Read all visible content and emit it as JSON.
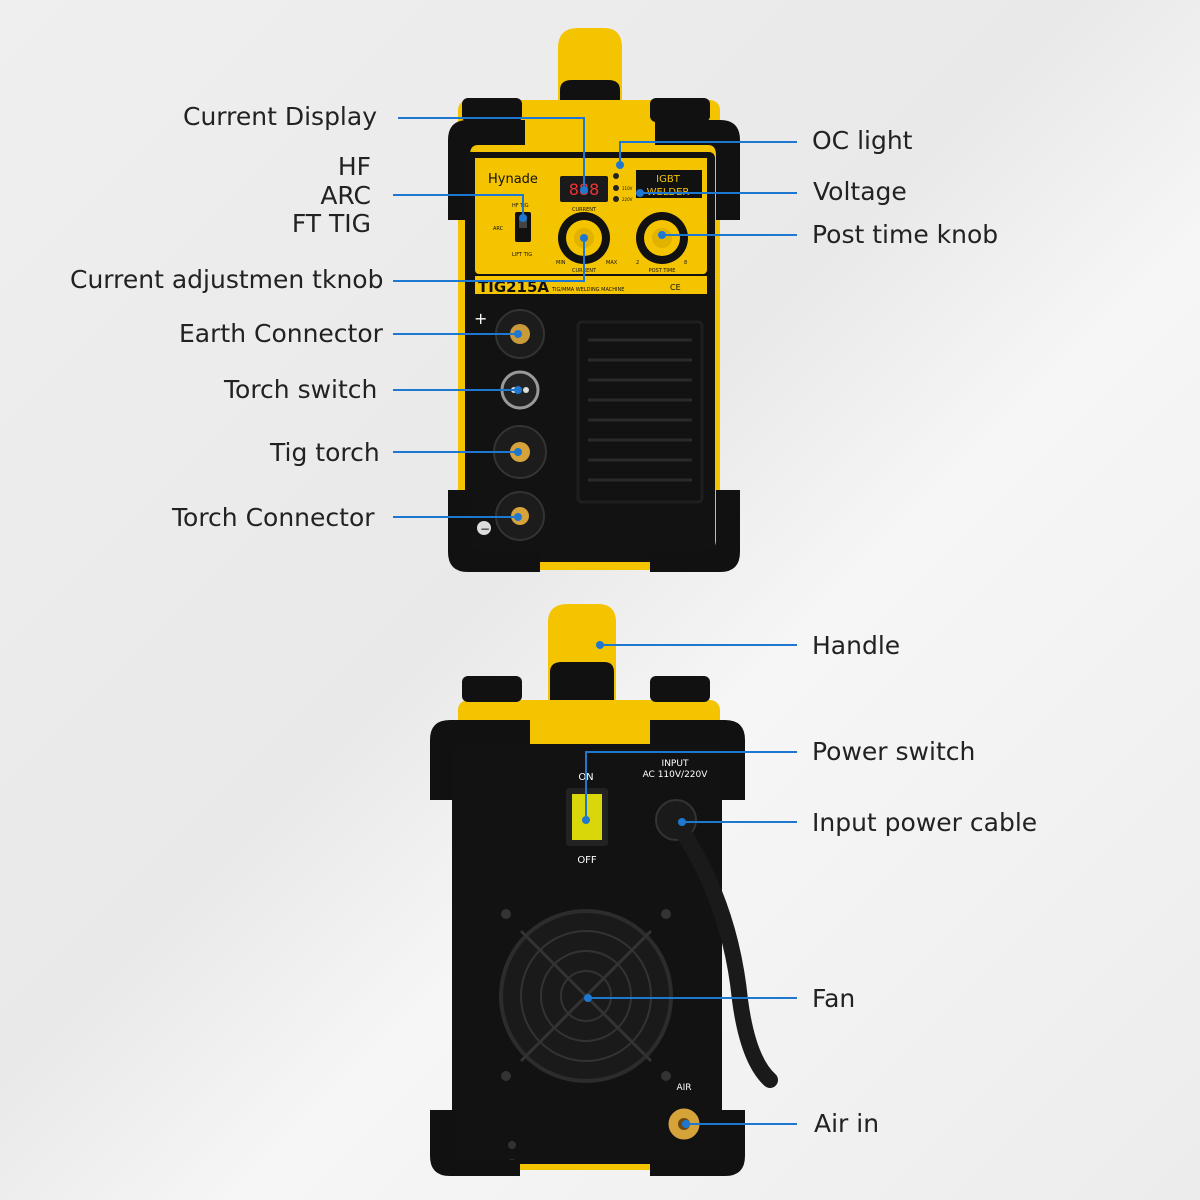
{
  "brand": "Hynade",
  "model": "TIG215A",
  "model_subtitle": "TIG/MMA WELDING MACHINE",
  "badge": "IGBT",
  "badge2": "WELDER",
  "display_digits": "888",
  "panel_text": {
    "current": "CURRENT",
    "min": "MIN",
    "max": "MAX",
    "post_time": "POST TIME",
    "pt_min": "2",
    "pt_max": "8",
    "hf_tig": "HF TIG",
    "arc": "ARC",
    "lift_tig": "LIFT TIG",
    "v110": "110V",
    "v220": "220V",
    "ce": "CE",
    "plus": "+",
    "minus": "−",
    "on": "ON",
    "off": "OFF",
    "input": "INPUT",
    "input_ac": "AC 110V/220V",
    "air": "AIR"
  },
  "labels_left": {
    "current_display": "Current Display",
    "hf": "HF",
    "arc": "ARC",
    "ft_tig": "FT TIG",
    "current_knob": "Current adjustmen tknob",
    "earth_connector": "Earth Connector",
    "torch_switch": "Torch switch",
    "tig_torch": "Tig torch",
    "torch_connector": "Torch Connector"
  },
  "labels_right": {
    "oc_light": "OC light",
    "voltage": "Voltage",
    "post_time_knob": "Post time knob",
    "handle": "Handle",
    "power_switch": "Power switch",
    "input_power_cable": "Input power cable",
    "fan": "Fan",
    "air_in": "Air in"
  },
  "colors": {
    "accent_line": "#1e78d2",
    "machine_yellow": "#f5c400",
    "machine_black": "#111111"
  }
}
